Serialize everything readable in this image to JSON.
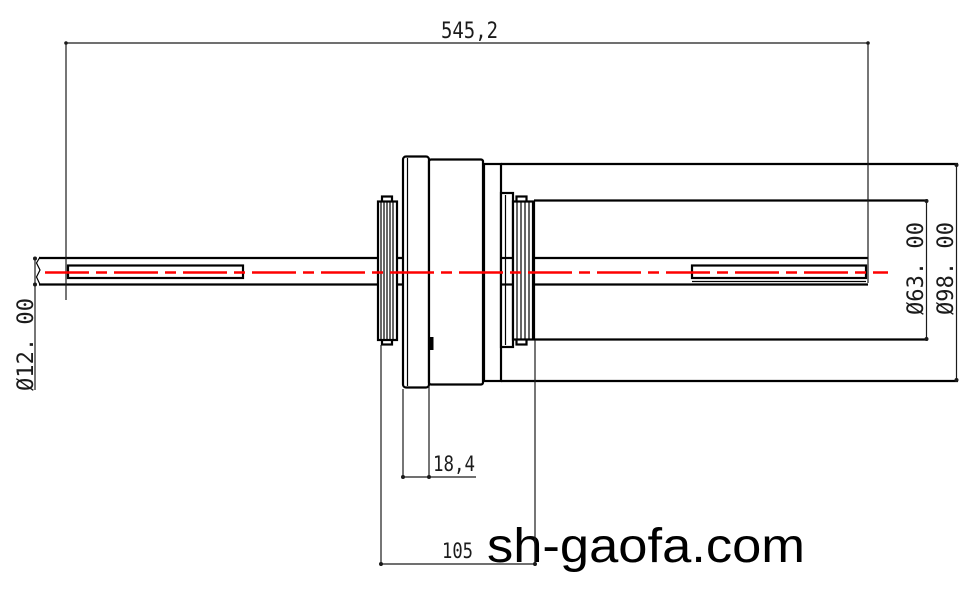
{
  "drawing": {
    "type": "engineering-outline-drawing",
    "dimensions": {
      "overall_length": "545,2",
      "shaft_diameter": "Ø12. 00",
      "body_diameter": "Ø63. 00",
      "flange_diameter": "Ø98. 00",
      "bearing_section_width": "18,4",
      "mid_section_length": "105"
    },
    "watermark": "sh-gaofa.com",
    "colors": {
      "outline": "#000000",
      "centerline": "#fe0000",
      "background": "#ffffff"
    }
  }
}
